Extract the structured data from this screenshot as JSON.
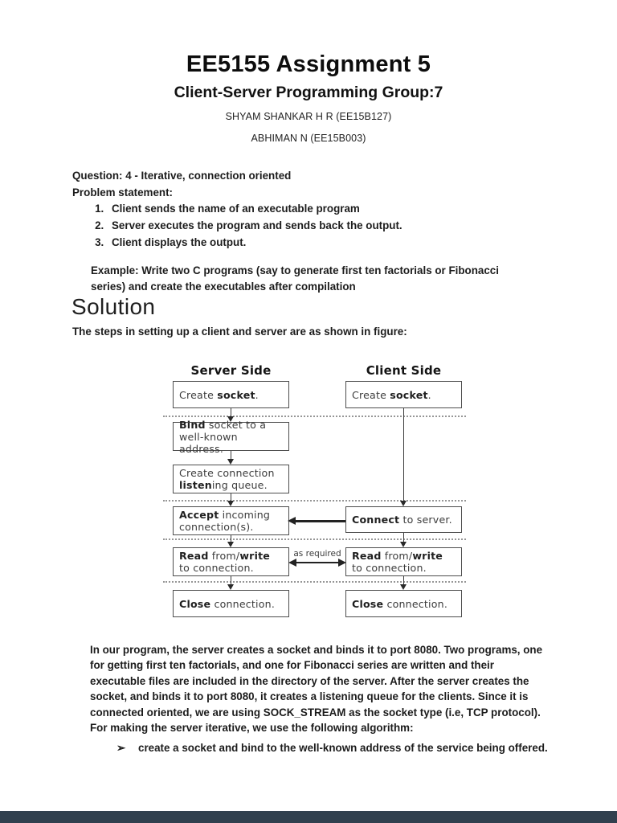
{
  "page": {
    "title": "EE5155 Assignment 5",
    "subtitle": "Client-Server Programming Group:7",
    "authors": [
      "SHYAM SHANKAR H R (EE15B127)",
      "ABHIMAN N (EE15B003)"
    ],
    "question_heading": "Question: 4 - Iterative, connection oriented",
    "problem_label": "Problem statement:",
    "problem_items": [
      "Client sends the name of an executable program",
      "Server executes the program and sends back the output.",
      "Client displays the output."
    ],
    "example_text": "Example: Write two C programs (say to generate first ten factorials or Fibonacci series) and create the executables after compilation",
    "solution_heading": "Solution",
    "solution_intro": "The steps in setting up a client and server are as shown in figure:",
    "body_paragraph": "In our program, the server creates a socket and binds it to port 8080. Two programs, one for getting first ten factorials, and one for Fibonacci series are written and their executable files are included in the directory of the server. After the server creates the socket, and binds it to port 8080, it creates a listening queue for the clients. Since it is connected oriented, we are using SOCK_STREAM as the socket type (i.e, TCP protocol). For making the server iterative, we use the following algorithm:",
    "bullet_glyph": "➢",
    "algorithm_bullet": "create a socket and bind to the well-known address of the service being offered."
  },
  "diagram": {
    "server_header": "Server Side",
    "client_header": "Client Side",
    "as_required_label": "as required",
    "server_boxes": [
      [
        {
          "t": "Create ",
          "b": 0
        },
        {
          "t": "socket",
          "b": 1
        },
        {
          "t": ".",
          "b": 0
        }
      ],
      [
        {
          "t": "Bind",
          "b": 1
        },
        {
          "t": " socket to a well-known address.",
          "b": 0
        }
      ],
      [
        {
          "t": "Create connection ",
          "b": 0
        },
        {
          "t": "listen",
          "b": 1
        },
        {
          "t": "ing queue.",
          "b": 0
        }
      ],
      [
        {
          "t": "Accept",
          "b": 1
        },
        {
          "t": " incoming connection(s).",
          "b": 0
        }
      ],
      [
        {
          "t": "Read",
          "b": 1
        },
        {
          "t": " from/",
          "b": 0
        },
        {
          "t": "write",
          "b": 1
        },
        {
          "t": " to connection.",
          "b": 0
        }
      ],
      [
        {
          "t": "Close",
          "b": 1
        },
        {
          "t": " connection.",
          "b": 0
        }
      ]
    ],
    "client_boxes": [
      [
        {
          "t": "Create ",
          "b": 0
        },
        {
          "t": "socket",
          "b": 1
        },
        {
          "t": ".",
          "b": 0
        }
      ],
      [
        {
          "t": "Connect",
          "b": 1
        },
        {
          "t": " to server.",
          "b": 0
        }
      ],
      [
        {
          "t": "Read",
          "b": 1
        },
        {
          "t": " from/",
          "b": 0
        },
        {
          "t": "write",
          "b": 1
        },
        {
          "t": " to connection.",
          "b": 0
        }
      ],
      [
        {
          "t": "Close",
          "b": 1
        },
        {
          "t": " connection.",
          "b": 0
        }
      ]
    ]
  },
  "colors": {
    "page_bg": "#ffffff",
    "body_text": "#1c1c1c",
    "box_border": "#4d4d4d",
    "bottom_bar": "#31404e"
  }
}
